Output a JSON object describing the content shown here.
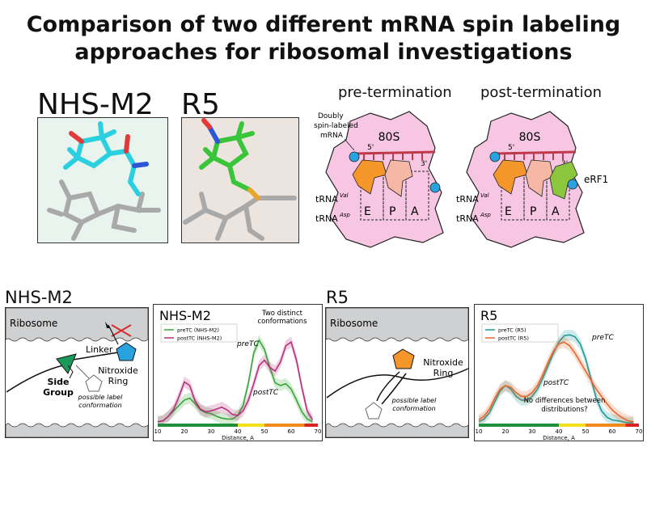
{
  "title": {
    "line1": "Comparison of two different mRNA spin labeling",
    "line2": "approaches for ribosomal investigations"
  },
  "structures": {
    "nhs_label": "NHS-M2",
    "r5_label": "R5",
    "nhs_bg": "#e9f4ee",
    "r5_bg": "#ece5df"
  },
  "ribosome_panels": {
    "pre_title": "pre-termination",
    "post_title": "post-termination",
    "ribosome": "80S",
    "mrna_label_line1": "Doubly",
    "mrna_label_line2": "spin-labeled",
    "mrna_label_line3": "mRNA",
    "five_prime": "5'",
    "three_prime": "3'",
    "trna_val": "tRNA",
    "trna_val_sup": "Val",
    "trna_asp": "tRNA",
    "trna_asp_sup": "Asp",
    "site_e": "E",
    "site_p": "P",
    "site_a": "A",
    "erf1": "eRF1",
    "colors": {
      "ribosome": "#f6c6e3",
      "mrna": "#c0394b",
      "trna_val": "#f5962a",
      "trna_asp": "#f4b8a4",
      "erf1": "#8cc63f",
      "spin": "#29a3df"
    }
  },
  "schematics": {
    "nhs": {
      "heading": "NHS-M2",
      "ribosome": "Ribosome",
      "linker": "Linker",
      "side_group_line1": "Side",
      "side_group_line2": "Group",
      "nitroxide_line1": "Nitroxide",
      "nitroxide_line2": "Ring",
      "possible_line1": "possible label",
      "possible_line2": "conformation"
    },
    "r5": {
      "heading": "R5",
      "ribosome": "Ribosome",
      "nitroxide_line1": "Nitroxide",
      "nitroxide_line2": "Ring",
      "possible_line1": "possible label",
      "possible_line2": "conformation"
    }
  },
  "chart_data": [
    {
      "type": "line",
      "title": "NHS-M2",
      "xlabel": "Distance, A",
      "ylabel": "",
      "xlim": [
        10,
        70
      ],
      "xticks": [
        10,
        20,
        30,
        40,
        50,
        60,
        70
      ],
      "legend_position": "top-left",
      "annotations": [
        "Two distinct conformations",
        "preTC",
        "postTC"
      ],
      "series": [
        {
          "name": "preTC (NHS-M2)",
          "color": "#3aa63a",
          "x": [
            10,
            12,
            14,
            16,
            18,
            20,
            22,
            24,
            26,
            28,
            30,
            32,
            34,
            36,
            38,
            40,
            42,
            44,
            46,
            48,
            50,
            52,
            54,
            56,
            58,
            60,
            62,
            64,
            66,
            68
          ],
          "y": [
            0.02,
            0.03,
            0.08,
            0.14,
            0.2,
            0.26,
            0.28,
            0.22,
            0.15,
            0.12,
            0.11,
            0.08,
            0.06,
            0.05,
            0.05,
            0.09,
            0.2,
            0.45,
            0.78,
            0.92,
            0.82,
            0.62,
            0.45,
            0.42,
            0.44,
            0.38,
            0.26,
            0.13,
            0.05,
            0.02
          ]
        },
        {
          "name": "postTC (NHS-M2)",
          "color": "#b5307c",
          "x": [
            10,
            12,
            14,
            16,
            18,
            20,
            22,
            24,
            26,
            28,
            30,
            32,
            34,
            36,
            38,
            40,
            42,
            44,
            46,
            48,
            50,
            52,
            54,
            56,
            58,
            60,
            62,
            64,
            66,
            68
          ],
          "y": [
            0.02,
            0.03,
            0.08,
            0.16,
            0.3,
            0.46,
            0.42,
            0.25,
            0.16,
            0.13,
            0.14,
            0.16,
            0.18,
            0.15,
            0.1,
            0.09,
            0.14,
            0.26,
            0.44,
            0.64,
            0.7,
            0.62,
            0.58,
            0.68,
            0.86,
            0.9,
            0.7,
            0.4,
            0.14,
            0.04
          ]
        }
      ]
    },
    {
      "type": "line",
      "title": "R5",
      "xlabel": "Distance, A",
      "ylabel": "",
      "xlim": [
        10,
        70
      ],
      "xticks": [
        10,
        20,
        30,
        40,
        50,
        60,
        70
      ],
      "legend_position": "top-left",
      "annotations": [
        "preTC",
        "postTC",
        "No differences between distributions?"
      ],
      "series": [
        {
          "name": "preTC (R5)",
          "color": "#1f9a9a",
          "x": [
            10,
            12,
            14,
            16,
            18,
            20,
            22,
            24,
            26,
            28,
            30,
            32,
            34,
            36,
            38,
            40,
            42,
            44,
            46,
            48,
            50,
            52,
            54,
            56,
            58,
            60,
            62,
            64,
            66,
            68
          ],
          "y": [
            0.02,
            0.05,
            0.12,
            0.24,
            0.36,
            0.42,
            0.38,
            0.3,
            0.26,
            0.26,
            0.3,
            0.38,
            0.5,
            0.64,
            0.78,
            0.9,
            0.97,
            0.98,
            0.96,
            0.88,
            0.72,
            0.5,
            0.28,
            0.14,
            0.07,
            0.04,
            0.03,
            0.02,
            0.01,
            0.01
          ]
        },
        {
          "name": "postTC (R5)",
          "color": "#e8672c",
          "x": [
            10,
            12,
            14,
            16,
            18,
            20,
            22,
            24,
            26,
            28,
            30,
            32,
            34,
            36,
            38,
            40,
            42,
            44,
            46,
            48,
            50,
            52,
            54,
            56,
            58,
            60,
            62,
            64,
            66,
            68
          ],
          "y": [
            0.04,
            0.08,
            0.16,
            0.28,
            0.38,
            0.42,
            0.4,
            0.34,
            0.3,
            0.3,
            0.34,
            0.42,
            0.54,
            0.68,
            0.8,
            0.88,
            0.9,
            0.86,
            0.78,
            0.68,
            0.58,
            0.48,
            0.38,
            0.3,
            0.22,
            0.15,
            0.1,
            0.06,
            0.03,
            0.02
          ]
        }
      ]
    }
  ]
}
